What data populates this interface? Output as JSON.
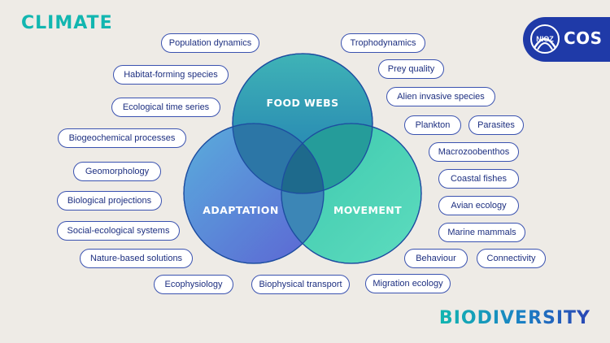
{
  "titles": {
    "top_left": "CLIMATE",
    "bottom_right": "BIODIVERSITY"
  },
  "logo": {
    "mark_text": "NIOZ",
    "text": "COS",
    "color": "#1f3aa8"
  },
  "venn": {
    "circles": [
      {
        "label": "FOOD WEBS",
        "color_from": "#34a8b4",
        "color_to": "#1f6eb0"
      },
      {
        "label": "ADAPTATION",
        "color_from": "#4c9ed8",
        "color_to": "#4c5cd4"
      },
      {
        "label": "MOVEMENT",
        "color_from": "#31c9a8",
        "color_to": "#4ad8b8"
      }
    ],
    "center_color": "#1d5e86"
  },
  "left_terms": [
    "Population dynamics",
    "Habitat-forming species",
    "Ecological time series",
    "Biogeochemical processes",
    "Geomorphology",
    "Biological projections",
    "Social-ecological systems",
    "Nature-based solutions",
    "Ecophysiology"
  ],
  "right_terms": [
    "Trophodynamics",
    "Prey quality",
    "Alien invasive species",
    "Plankton",
    "Parasites",
    "Macrozoobenthos",
    "Coastal fishes",
    "Avian ecology",
    "Marine mammals",
    "Behaviour",
    "Connectivity",
    "Migration ecology"
  ],
  "bottom_terms": [
    "Biophysical transport"
  ]
}
